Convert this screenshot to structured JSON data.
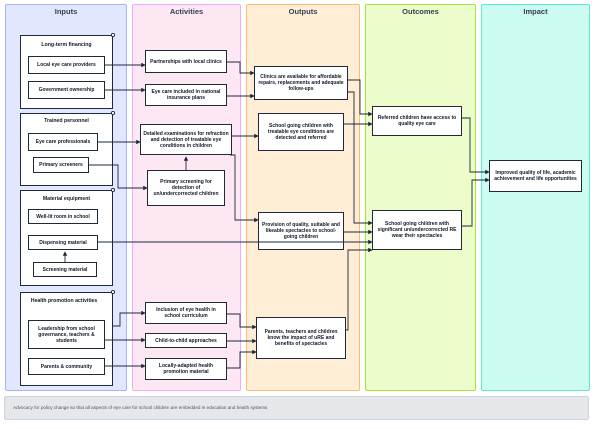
{
  "columns": [
    {
      "title": "Inputs",
      "bg": "#e0e7ff",
      "border": "#a5b4fc"
    },
    {
      "title": "Activities",
      "bg": "#fce7f3",
      "border": "#f0abfc"
    },
    {
      "title": "Outputs",
      "bg": "#ffedd5",
      "border": "#fdba74"
    },
    {
      "title": "Outcomes",
      "bg": "#ecfccb",
      "border": "#a3e635"
    },
    {
      "title": "Impact",
      "bg": "#ccfbf1",
      "border": "#5eead4"
    }
  ],
  "inputs": {
    "long_term_financing": {
      "title": "Long-term financing",
      "items": [
        "Local eye care providers",
        "Government ownership"
      ]
    },
    "trained_personnel": {
      "title": "Trained personnel",
      "items": [
        "Eye care professionals",
        "Primary screeners"
      ]
    },
    "material_equipment": {
      "title": "Material equipment",
      "items": [
        "Well-lit room in school",
        "Dispensing material",
        "Screening material"
      ]
    },
    "health_promotion": {
      "title": "Health promotion activities",
      "items": [
        "Leadership from school governance, teachers & students",
        "Parents & community"
      ]
    }
  },
  "activities": [
    "Partnerships with local clinics",
    "Eye care included in national insurance plans",
    "Detailed examinations for refraction and detection of treatable eye conditions in children",
    "Primary screening for detection of un/undercorrected children",
    "Inclusion of eye health in school curriculum",
    "Child-to-child approaches",
    "Locally-adapted health promotion material"
  ],
  "outputs": [
    "Clinics are available for affordable repairs, replacements and adequate follow-ups",
    "School going children with treatable eye conditions are detected and referred",
    "Provision of quality, suitable and likeable spectacles to school-going children",
    "Parents, teachers and children know the impact of uRE and benefits of spectacles"
  ],
  "outcomes": [
    "Referred children have access to quality eye care",
    "School going children with significant un/undercorrected RE wear their spectacles"
  ],
  "impact": [
    "Improved quality of life, academic achievement and life opportunities"
  ],
  "footer": "Advocacy for policy change so that all aspects of eye care for school children are embedded in education and health systems"
}
